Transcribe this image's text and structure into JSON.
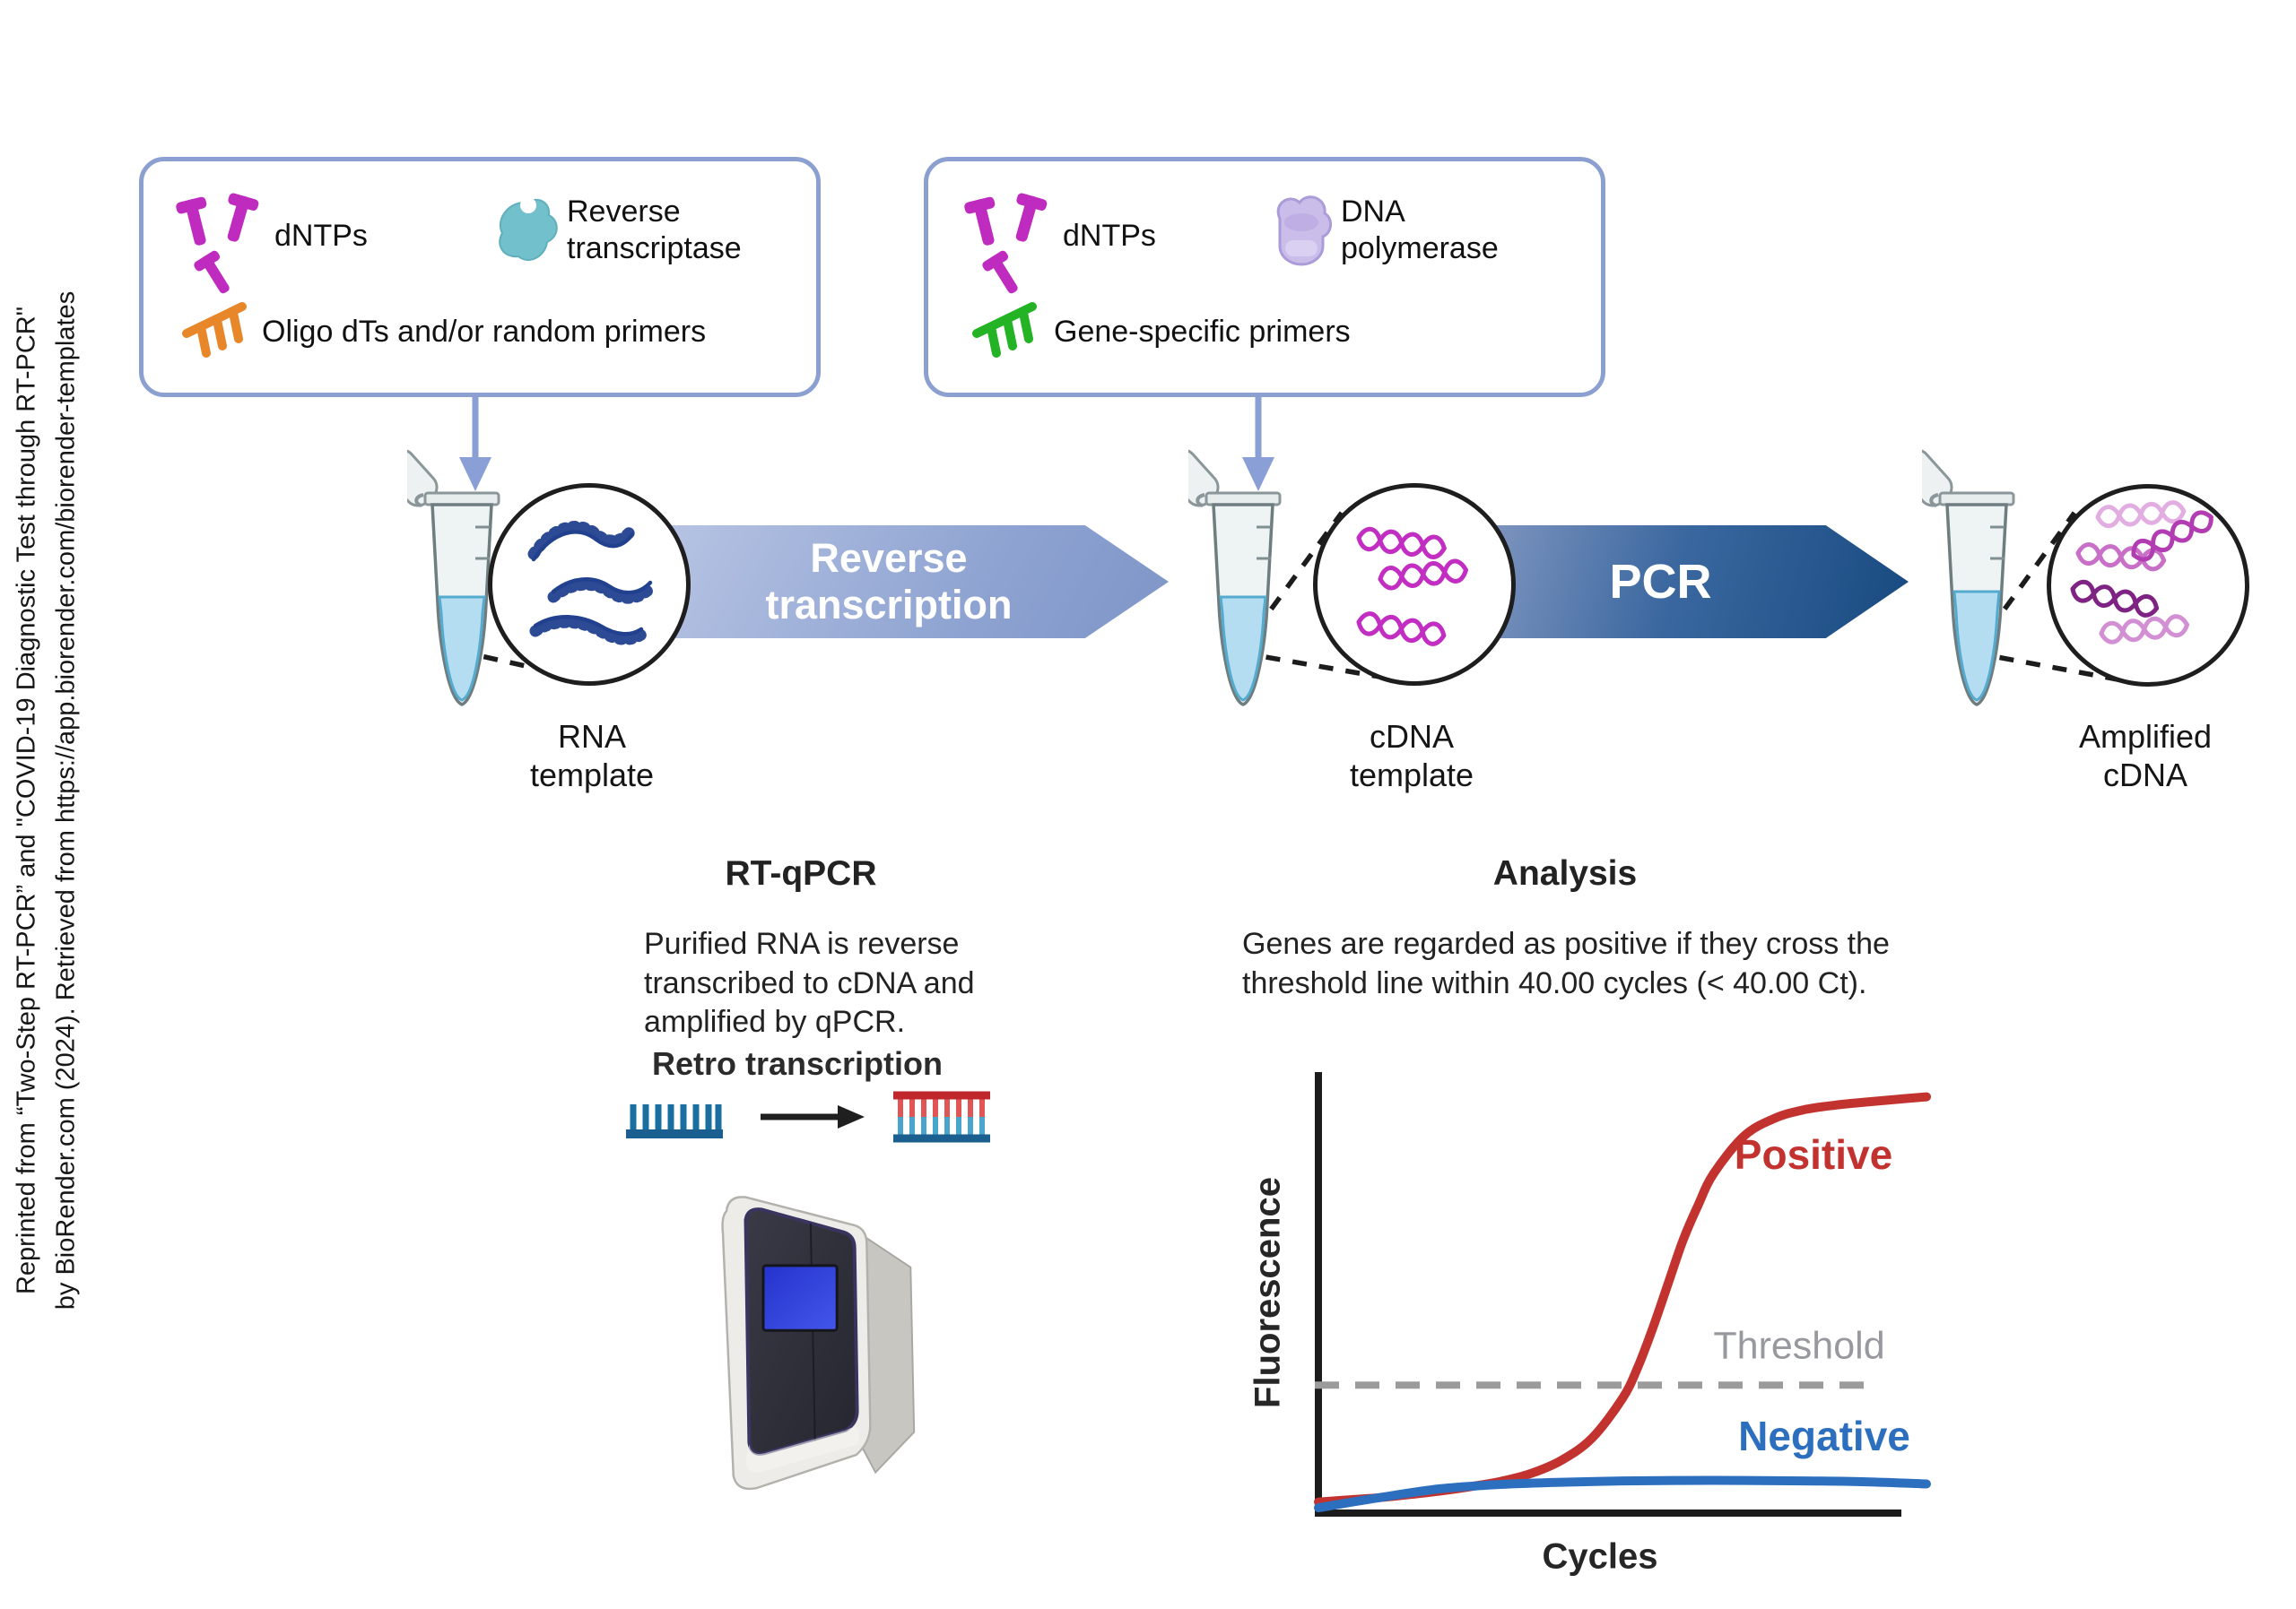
{
  "citation": {
    "line1": "Reprinted from “Two-Step RT-PCR” and \"COVID-19 Diagnostic Test through RT-PCR\"",
    "line2": "by BioRender.com (2024). Retrieved from https://app.biorender.com/biorender-templates"
  },
  "reagent_boxes": {
    "rt": {
      "dntps_label": "dNTPs",
      "enzyme_label": "Reverse\ntranscriptase",
      "primers_label": "Oligo dTs and/or random primers"
    },
    "pcr": {
      "dntps_label": "dNTPs",
      "enzyme_label": "DNA\npolymerase",
      "primers_label": "Gene-specific primers"
    }
  },
  "pipeline": {
    "stage1_label": "RNA\ntemplate",
    "stage2_label": "cDNA\ntemplate",
    "stage3_label": "Amplified\ncDNA",
    "arrow1_label": "Reverse\ntranscription",
    "arrow2_label": "PCR"
  },
  "rtqpcr_section": {
    "title": "RT-qPCR",
    "description": "Purified RNA is reverse transcribed to cDNA and amplified by qPCR.",
    "diagram_label": "Retro transcription"
  },
  "analysis_section": {
    "title": "Analysis",
    "description": "Genes are regarded as positive if they cross the threshold line within 40.00 cycles (< 40.00 Ct)."
  },
  "chart_data": {
    "type": "line",
    "title": "qPCR amplification plot",
    "xlabel": "Cycles",
    "ylabel": "Fluorescence",
    "x_range_cycles": [
      0,
      40
    ],
    "ylim": [
      0,
      1
    ],
    "grid": false,
    "tick_labels": false,
    "legend_position": "inline-annotations",
    "series": [
      {
        "name": "Positive",
        "color": "#c23330",
        "x": [
          0,
          2,
          4,
          6,
          8,
          10,
          12,
          14,
          16,
          18,
          20,
          21,
          22,
          23,
          24,
          25,
          26,
          28,
          30,
          32,
          34,
          36,
          38,
          40
        ],
        "y": [
          0.025,
          0.03,
          0.035,
          0.042,
          0.05,
          0.06,
          0.072,
          0.09,
          0.12,
          0.17,
          0.26,
          0.33,
          0.42,
          0.52,
          0.62,
          0.7,
          0.77,
          0.855,
          0.895,
          0.915,
          0.925,
          0.932,
          0.938,
          0.944
        ]
      },
      {
        "name": "Negative",
        "color": "#2d6fbf",
        "x": [
          0,
          4,
          8,
          12,
          16,
          20,
          24,
          28,
          32,
          36,
          40
        ],
        "y": [
          0.012,
          0.035,
          0.055,
          0.065,
          0.07,
          0.073,
          0.074,
          0.074,
          0.073,
          0.071,
          0.066
        ]
      }
    ],
    "threshold": {
      "label": "Threshold",
      "y": 0.29,
      "color": "#9b9b9b",
      "style": "dashed"
    }
  },
  "icons": {
    "dntps": "dntps-icon",
    "reverse_transcriptase": "reverse-transcriptase-icon",
    "oligo_primers": "oligo-dt-random-primer-icon",
    "dna_polymerase": "dna-polymerase-icon",
    "gene_specific_primers": "gene-specific-primer-icon",
    "tube": "microcentrifuge-tube-illustration",
    "machine": "qpcr-machine-illustration"
  },
  "colors": {
    "box_border": "#8ba0d0",
    "flow_arrow_light": "#8a9fd6",
    "rt_banner_from": "#b6c3e3",
    "rt_banner_to": "#7e95c7",
    "pcr_banner_from": "#8096c0",
    "pcr_banner_to": "#174a80",
    "dntp_magenta": "#bf2bbf",
    "reverse_transcriptase_teal": "#72c0cb",
    "dna_polymerase_purple": "#cabde9",
    "oligo_primer_orange": "#e8872a",
    "gene_primer_green": "#24b324",
    "rna_strand_blue": "#22418f",
    "cdna_magenta": "#c22ec2",
    "positive_red": "#c23330",
    "negative_blue": "#2d6fbf",
    "threshold_gray": "#9b9b9b"
  }
}
